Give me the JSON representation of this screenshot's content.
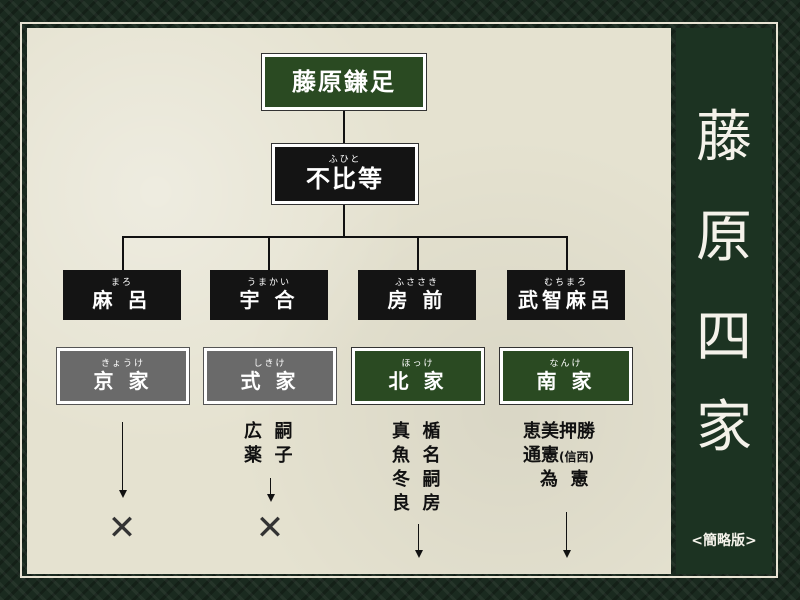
{
  "title_chars": [
    "藤",
    "原",
    "四",
    "家"
  ],
  "edition": "<簡略版>",
  "founder": {
    "name": "藤原鎌足"
  },
  "fuhito": {
    "ruby": "ふひと",
    "name": "不比等"
  },
  "sons": [
    {
      "ruby": "まろ",
      "name": "麻 呂"
    },
    {
      "ruby": "うまかい",
      "name": "宇 合"
    },
    {
      "ruby": "ふささき",
      "name": "房 前"
    },
    {
      "ruby": "むちまろ",
      "name": "武智麻呂"
    }
  ],
  "houses": [
    {
      "ruby": "きょうけ",
      "name": "京 家",
      "status": "extinct"
    },
    {
      "ruby": "しきけ",
      "name": "式 家",
      "status": "extinct"
    },
    {
      "ruby": "ほっけ",
      "name": "北 家",
      "status": "continues"
    },
    {
      "ruby": "なんけ",
      "name": "南 家",
      "status": "continues"
    }
  ],
  "descendants": {
    "shikike": "広  嗣\n薬  子",
    "hokke": "真  楯\n魚  名\n冬  嗣\n良  房",
    "nanke_row1": "恵美押勝",
    "nanke_row2": "通憲",
    "nanke_row2_note": "(信西)",
    "nanke_row3": "為  憲"
  },
  "colors": {
    "green": "#2a4a22",
    "black": "#141414",
    "gray": "#6a6a6a",
    "paper": "#e5e2d0",
    "panel": "#1c3322"
  }
}
